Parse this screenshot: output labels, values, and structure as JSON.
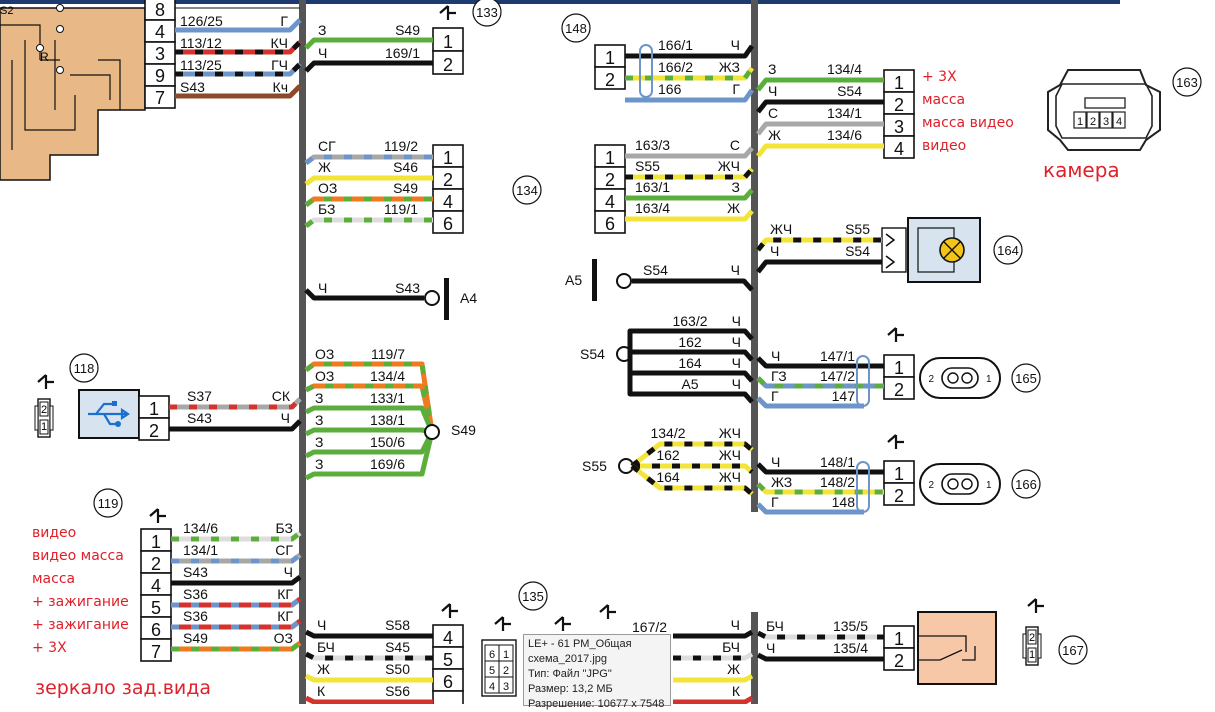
{
  "viewer": {
    "top_bar_color": "#1e3a70"
  },
  "tooltip": {
    "line1": "LE+ - 61 PM_Общая",
    "line2": "схема_2017.jpg",
    "line3": "Тип: Файл \"JPG\"",
    "line4": "Размер: 13,2 МБ",
    "line5": "Разрешение: 10677 x 7548"
  },
  "colors": {
    "З": "#5cae3c",
    "Ч": "#111111",
    "Ж": "#f3e43a",
    "О": "#f07a1f",
    "Г": "#6d95c9",
    "К": "#d4322d",
    "С": "#a8a8a8",
    "Б": "#ffffff",
    "Кч": "#8b4a2a",
    "device": "#d7e4ef",
    "mirror_unit": "#f7c8a8",
    "switch_box": "#e8b887"
  },
  "topleft": {
    "pins": [
      "8",
      "4",
      "3",
      "9",
      "7"
    ],
    "wires": [
      {
        "label": "126/25",
        "code": "Г"
      },
      {
        "label": "113/12",
        "code": "КЧ"
      },
      {
        "label": "113/25",
        "code": "ГЧ"
      },
      {
        "label": "S43",
        "code": "Кч"
      }
    ],
    "s2": "S2",
    "r": "R"
  },
  "c133": {
    "id": "133",
    "pins": [
      "1",
      "2"
    ],
    "w": [
      {
        "c": "З",
        "l": "S49"
      },
      {
        "c": "Ч",
        "l": "169/1"
      }
    ]
  },
  "c134": {
    "id": "134",
    "pins": [
      "1",
      "2",
      "4",
      "6"
    ],
    "w": [
      {
        "c": "СГ",
        "l": "119/2"
      },
      {
        "c": "Ж",
        "l": "S46"
      },
      {
        "c": "ОЗ",
        "l": "S49"
      },
      {
        "c": "БЗ",
        "l": "119/1"
      }
    ]
  },
  "a4": {
    "c": "Ч",
    "l": "S43",
    "name": "А4"
  },
  "s49": {
    "name": "S49",
    "w": [
      {
        "c": "ОЗ",
        "l": "119/7"
      },
      {
        "c": "ОЗ",
        "l": "134/4"
      },
      {
        "c": "З",
        "l": "133/1"
      },
      {
        "c": "З",
        "l": "138/1"
      },
      {
        "c": "З",
        "l": "150/6"
      },
      {
        "c": "З",
        "l": "169/6"
      }
    ]
  },
  "c118": {
    "id": "118",
    "pins": [
      "1",
      "2"
    ],
    "w": [
      {
        "l": "S37",
        "c": "СК"
      },
      {
        "l": "S43",
        "c": "Ч"
      }
    ],
    "plug": [
      "2",
      "1"
    ]
  },
  "c119": {
    "id": "119",
    "pins": [
      "1",
      "2",
      "4",
      "5",
      "6",
      "7"
    ],
    "w": [
      {
        "l": "134/6",
        "c": "БЗ"
      },
      {
        "l": "134/1",
        "c": "СГ"
      },
      {
        "l": "S43",
        "c": "Ч"
      },
      {
        "l": "S36",
        "c": "КГ"
      },
      {
        "l": "S36",
        "c": "КГ"
      },
      {
        "l": "S49",
        "c": "ОЗ"
      }
    ]
  },
  "mirror_notes": [
    "видео",
    "видео масса",
    "масса",
    "+ зажигание",
    "+ зажигание",
    "+ 3Х"
  ],
  "mirror_title": "зеркало зад.вида",
  "bottom_left": {
    "pins": [
      "4",
      "5",
      "6"
    ],
    "w": [
      {
        "c": "Ч",
        "l": "S58"
      },
      {
        "c": "БЧ",
        "l": "S45"
      },
      {
        "c": "Ж",
        "l": "S50"
      },
      {
        "c": "К",
        "l": "S56"
      }
    ]
  },
  "c135": {
    "id": "135",
    "grid": [
      "6",
      "1",
      "5",
      "2",
      "4",
      "3"
    ]
  },
  "bottom_mid": {
    "l": "167/2",
    "codes": [
      "Ч",
      "БЧ",
      "Ж",
      "К"
    ]
  },
  "c148": {
    "id": "148",
    "pins": [
      "1",
      "2"
    ],
    "w": [
      {
        "l": "166/1",
        "c": "Ч"
      },
      {
        "l": "166/2",
        "c": "ЖЗ"
      },
      {
        "l": "166",
        "c": "Г"
      }
    ]
  },
  "c163": {
    "id": "163",
    "pins": [
      "1",
      "2",
      "3",
      "4"
    ],
    "w": [
      {
        "c": "З",
        "l": "134/4"
      },
      {
        "c": "Ч",
        "l": "S54"
      },
      {
        "c": "С",
        "l": "134/1"
      },
      {
        "c": "Ж",
        "l": "134/6"
      }
    ],
    "plug": [
      "1",
      "2",
      "3",
      "4"
    ],
    "camera": "камера"
  },
  "cam_notes": [
    "+ 3Х",
    "масса",
    "масса видео",
    "видео"
  ],
  "c_mid": {
    "pins": [
      "1",
      "2",
      "4",
      "6"
    ],
    "w": [
      {
        "l": "163/3",
        "c": "С"
      },
      {
        "l": "S55",
        "c": "ЖЧ"
      },
      {
        "l": "163/1",
        "c": "З"
      },
      {
        "l": "163/4",
        "c": "Ж"
      }
    ]
  },
  "c164": {
    "id": "164",
    "w": [
      {
        "c": "ЖЧ",
        "l": "S55"
      },
      {
        "c": "Ч",
        "l": "S54"
      }
    ]
  },
  "a5": {
    "name": "А5",
    "l": "S54",
    "c": "Ч"
  },
  "s54": {
    "name": "S54",
    "w": [
      {
        "l": "163/2",
        "c": "Ч"
      },
      {
        "l": "162",
        "c": "Ч"
      },
      {
        "l": "164",
        "c": "Ч"
      },
      {
        "l": "А5",
        "c": "Ч"
      }
    ]
  },
  "c165": {
    "id": "165",
    "pins": [
      "1",
      "2"
    ],
    "w": [
      {
        "c": "Ч",
        "l": "147/1"
      },
      {
        "c": "ГЗ",
        "l": "147/2"
      },
      {
        "c": "Г",
        "l": "147"
      }
    ],
    "plug": [
      "2",
      "1"
    ]
  },
  "s55": {
    "name": "S55",
    "w": [
      {
        "l": "134/2",
        "c": "ЖЧ"
      },
      {
        "l": "162",
        "c": "ЖЧ"
      },
      {
        "l": "164",
        "c": "ЖЧ"
      }
    ]
  },
  "c166": {
    "id": "166",
    "pins": [
      "1",
      "2"
    ],
    "w": [
      {
        "c": "Ч",
        "l": "148/1"
      },
      {
        "c": "ЖЗ",
        "l": "148/2"
      },
      {
        "c": "Г",
        "l": "148"
      }
    ],
    "plug": [
      "2",
      "1"
    ]
  },
  "c167": {
    "id": "167",
    "pins": [
      "1",
      "2"
    ],
    "w": [
      {
        "c": "БЧ",
        "l": "135/5"
      },
      {
        "c": "Ч",
        "l": "135/4"
      }
    ],
    "plug": [
      "2",
      "1"
    ]
  }
}
